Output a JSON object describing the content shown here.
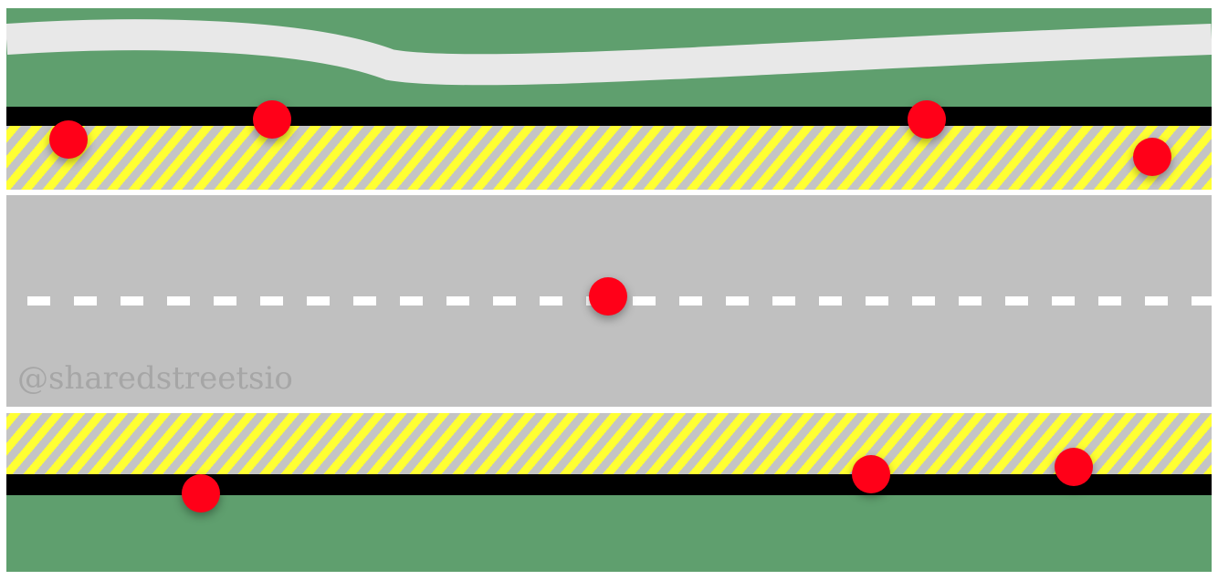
{
  "watermark": "@sharedstreetsio",
  "colors": {
    "grass": "#5f9f6e",
    "river": "#e8e8e8",
    "curb": "#000000",
    "hatch_yellow": "#ffff33",
    "hatch_gray": "#c4c4c4",
    "road": "#c0c0c0",
    "lane_line": "#ffffff",
    "marker": "#ff0018"
  },
  "markers": [
    {
      "id": "marker-1",
      "section": "top-sidewalk"
    },
    {
      "id": "marker-2",
      "section": "top-curb"
    },
    {
      "id": "marker-3",
      "section": "top-curb"
    },
    {
      "id": "marker-4",
      "section": "top-sidewalk"
    },
    {
      "id": "marker-5",
      "section": "road-center"
    },
    {
      "id": "marker-6",
      "section": "bottom-curb"
    },
    {
      "id": "marker-7",
      "section": "bottom-curb"
    },
    {
      "id": "marker-8",
      "section": "bottom-curb"
    }
  ]
}
